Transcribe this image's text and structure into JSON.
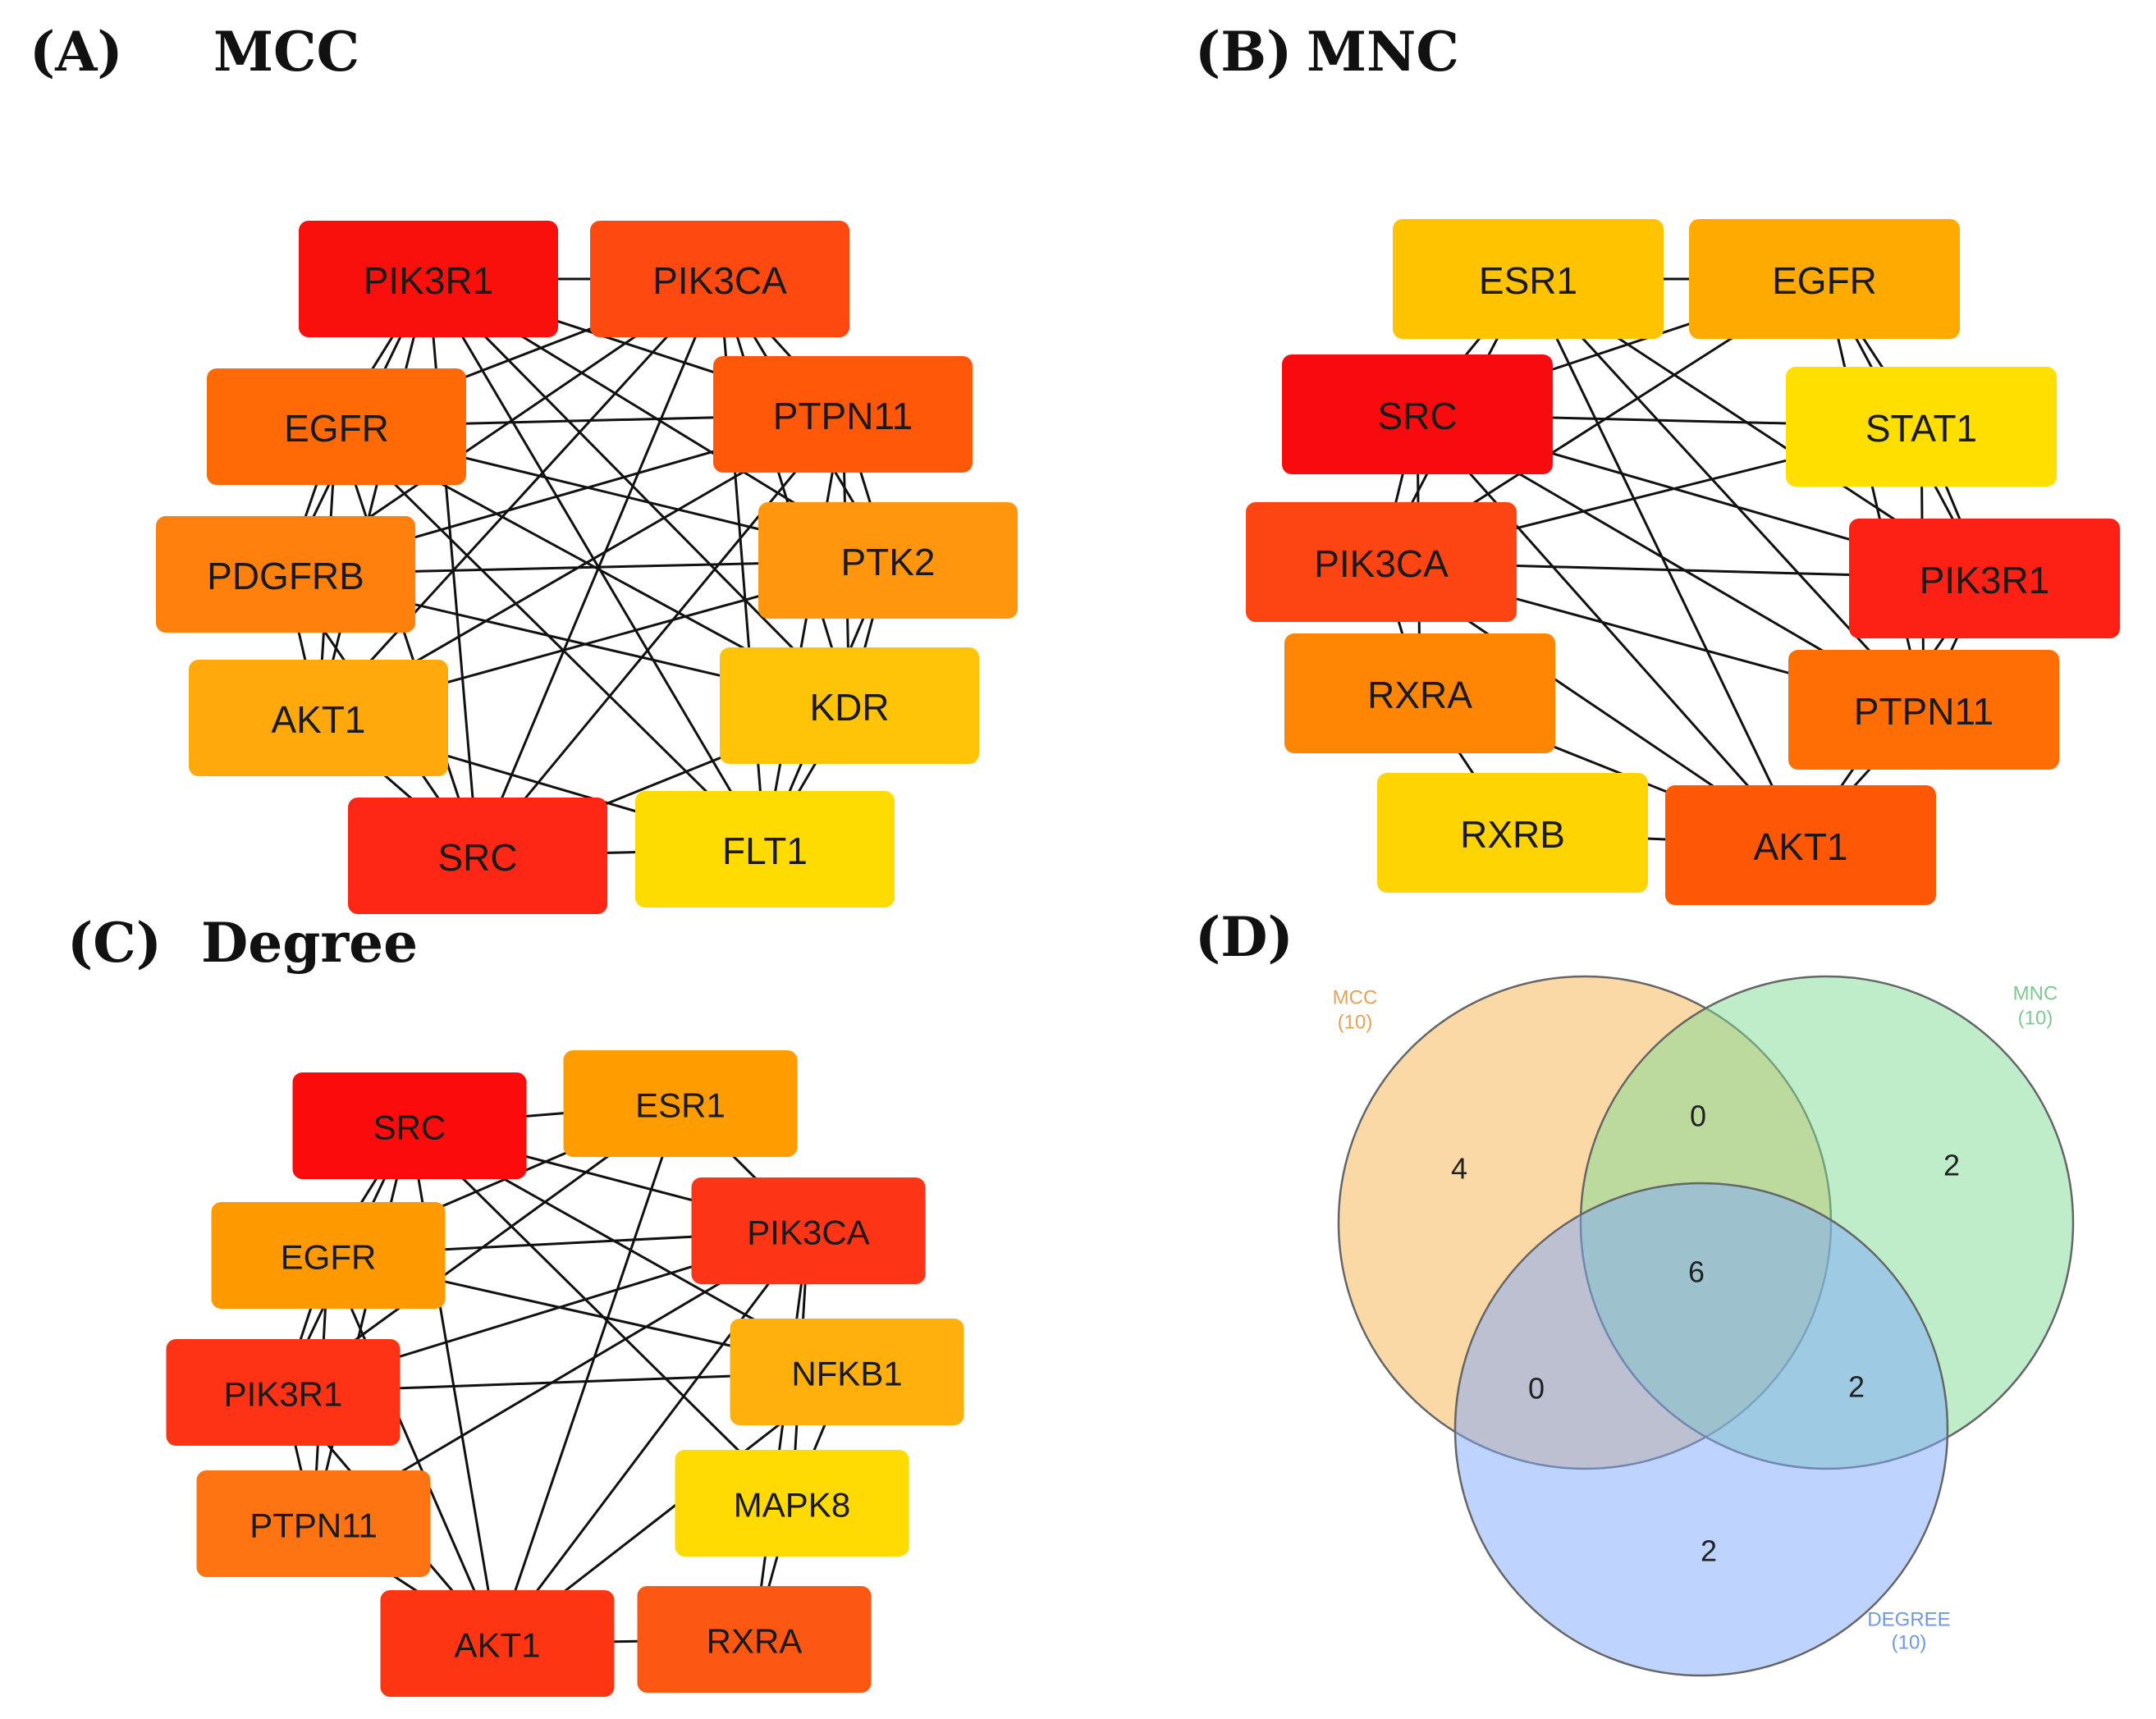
{
  "panels": [
    {
      "id": "A",
      "letter": "(A)",
      "title": "MCC",
      "nodes": [
        {
          "label": "PIK3R1",
          "color": "#f90f0c"
        },
        {
          "label": "PIK3CA",
          "color": "#fe4a11"
        },
        {
          "label": "EGFR",
          "color": "#ff6a06"
        },
        {
          "label": "PTPN11",
          "color": "#fe5808"
        },
        {
          "label": "PDGFRB",
          "color": "#ff800c"
        },
        {
          "label": "PTK2",
          "color": "#ff960e"
        },
        {
          "label": "AKT1",
          "color": "#ffa90c"
        },
        {
          "label": "KDR",
          "color": "#ffc307"
        },
        {
          "label": "SRC",
          "color": "#fe2716"
        },
        {
          "label": "FLT1",
          "color": "#ffdc01"
        }
      ]
    },
    {
      "id": "B",
      "letter": "(B)",
      "title": "MNC",
      "nodes": [
        {
          "label": "ESR1",
          "color": "#ffc300"
        },
        {
          "label": "EGFR",
          "color": "#ffaa00"
        },
        {
          "label": "SRC",
          "color": "#f80a0f"
        },
        {
          "label": "STAT1",
          "color": "#ffdf00"
        },
        {
          "label": "PIK3CA",
          "color": "#fd4413"
        },
        {
          "label": "PIK3R1",
          "color": "#fd2014"
        },
        {
          "label": "RXRA",
          "color": "#ff8505"
        },
        {
          "label": "PTPN11",
          "color": "#ff6e05"
        },
        {
          "label": "RXRB",
          "color": "#ffd402"
        },
        {
          "label": "AKT1",
          "color": "#fe5807"
        }
      ]
    },
    {
      "id": "C",
      "letter": "(C)",
      "title": "Degree",
      "nodes": [
        {
          "label": "SRC",
          "color": "#fc0b0d"
        },
        {
          "label": "ESR1",
          "color": "#ff9c00"
        },
        {
          "label": "EGFR",
          "color": "#ff9900"
        },
        {
          "label": "PIK3CA",
          "color": "#fd3415"
        },
        {
          "label": "PIK3R1",
          "color": "#fe3214"
        },
        {
          "label": "NFKB1",
          "color": "#ffb00d"
        },
        {
          "label": "PTPN11",
          "color": "#ff7412"
        },
        {
          "label": "MAPK8",
          "color": "#ffda03"
        },
        {
          "label": "AKT1",
          "color": "#fd3512"
        },
        {
          "label": "RXRA",
          "color": "#fd5714"
        }
      ]
    }
  ],
  "venn": {
    "letter": "(D)",
    "sets": [
      {
        "name": "MCC",
        "count": "(10)",
        "fill": "#f7b450",
        "label_color": "#e3a25a"
      },
      {
        "name": "MNC",
        "count": "(10)",
        "fill": "#7fdc96",
        "label_color": "#7fc892"
      },
      {
        "name": "DEGREE",
        "count": "(10)",
        "fill": "#7da7fb",
        "label_color": "#6f98df"
      }
    ],
    "regions": {
      "mcc_only": "4",
      "mnc_only": "2",
      "degree_only": "2",
      "mcc_mnc": "0",
      "mcc_degree": "0",
      "mnc_degree": "2",
      "all": "6"
    }
  }
}
